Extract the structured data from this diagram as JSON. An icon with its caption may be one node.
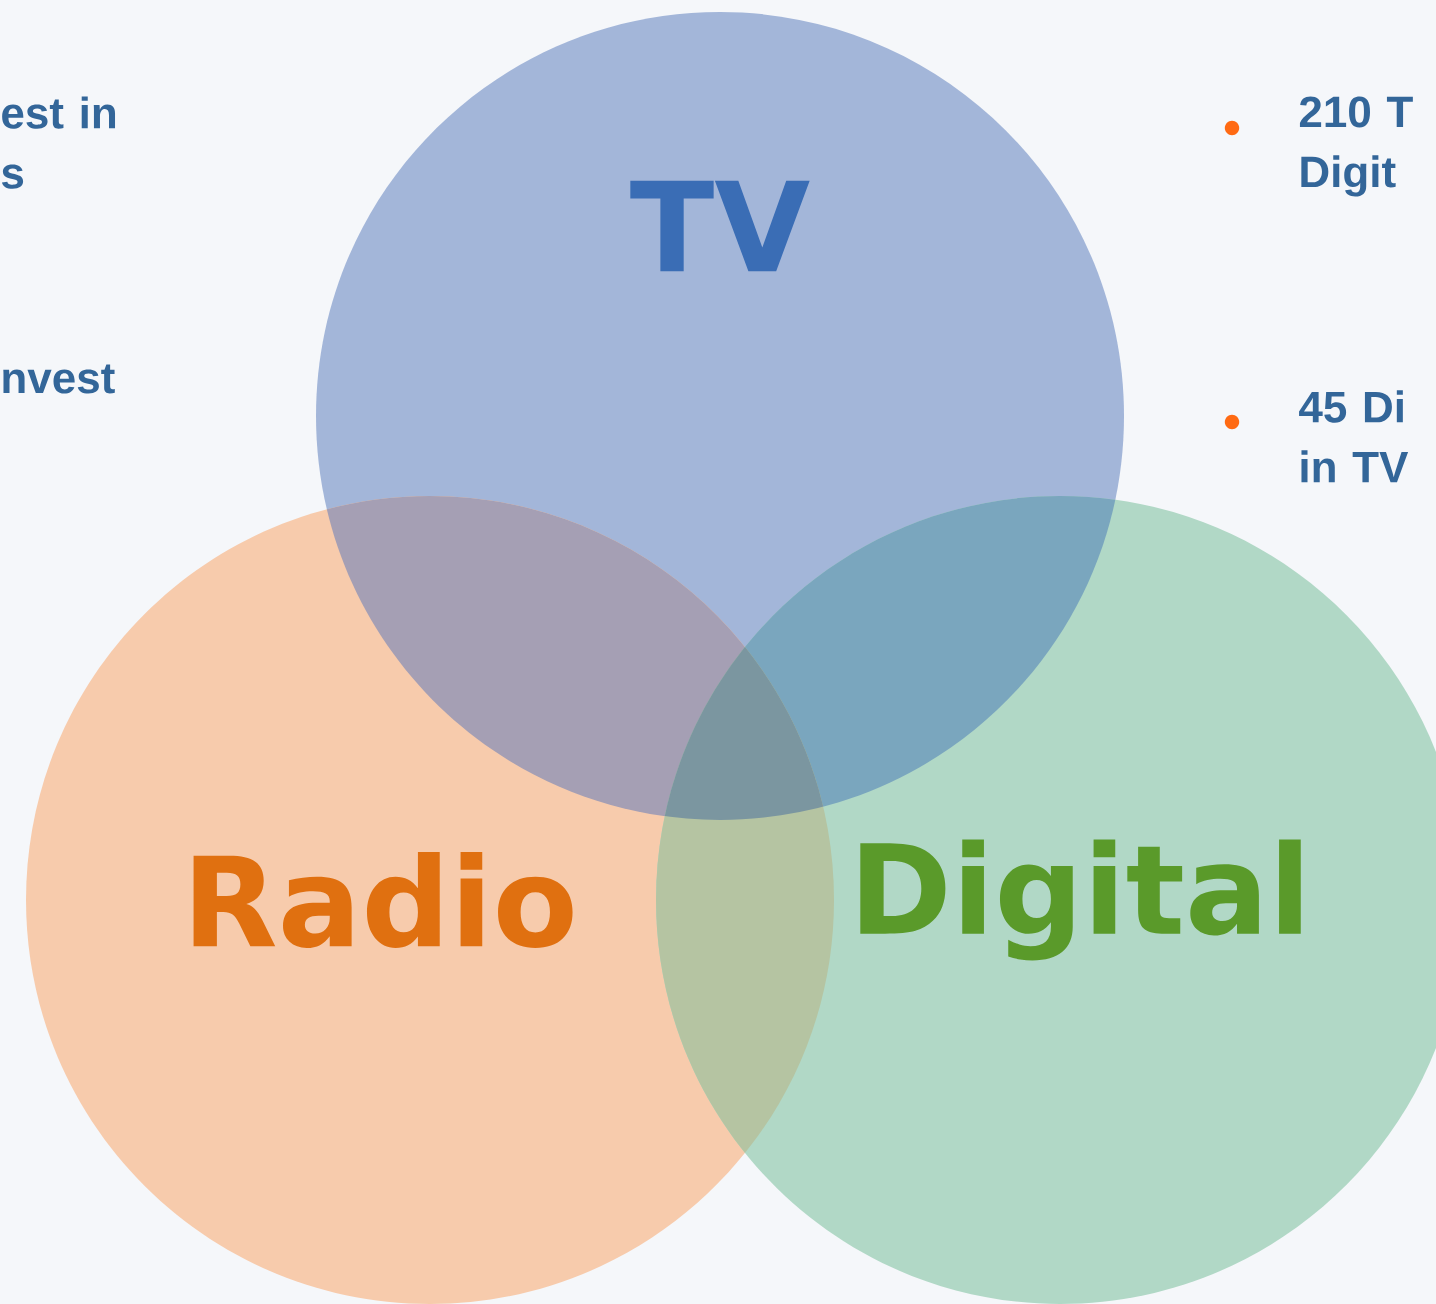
{
  "diagram": {
    "nodes": [
      {
        "text": [
          "TV"
        ]
      },
      {
        "text": [
          "Radio"
        ]
      },
      {
        "text": [
          "Digital"
        ]
      }
    ],
    "edges": [],
    "labels": [
      "est in s",
      "nvest",
      "210 T Digit",
      "45 Di in TV"
    ]
  }
}
